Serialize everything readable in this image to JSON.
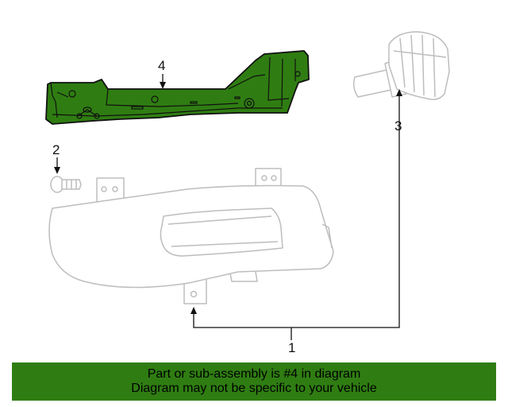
{
  "callouts": {
    "foglamp_assembly": "1",
    "bolt": "2",
    "bulb": "3",
    "bracket": "4"
  },
  "footer": {
    "line1": "Part or sub-assembly is #4 in diagram",
    "line2": "Diagram may not be specific to your vehicle"
  },
  "colors": {
    "highlight": "#2f7d12",
    "footer_bg": "#2f7d12",
    "line": "#111111",
    "ghost_line": "#bdbdbd"
  }
}
